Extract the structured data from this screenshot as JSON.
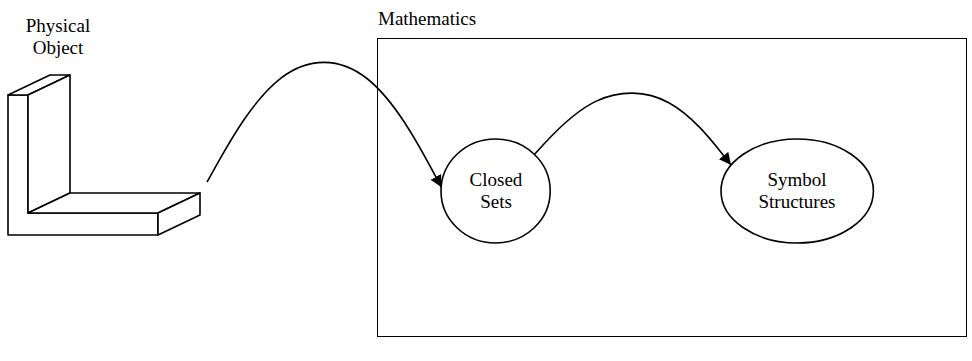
{
  "diagram": {
    "nodes": [
      {
        "text": [
          "Physical Object"
        ]
      },
      {
        "text": [
          "Mathematics"
        ]
      },
      {
        "text": [
          "Closed Sets"
        ],
        "in": 1
      },
      {
        "text": [
          "Symbol Structures"
        ],
        "in": 1
      }
    ],
    "edges": [
      {
        "from": 0,
        "to": 2,
        "arrow": "to"
      },
      {
        "from": 2,
        "to": 3,
        "arrow": "to"
      }
    ]
  }
}
